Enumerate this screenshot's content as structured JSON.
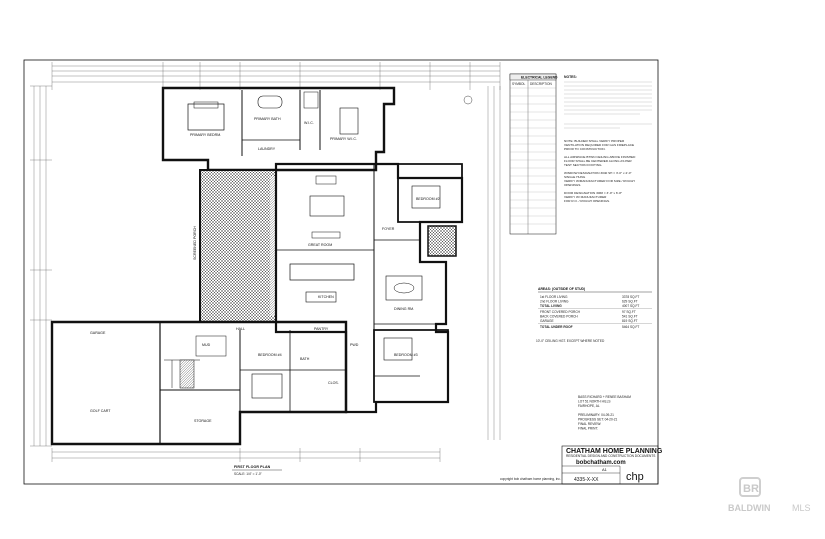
{
  "plan": {
    "rooms": {
      "primary_bedroom": "PRIMARY BEDRM.",
      "primary_bath": "PRIMARY BATH",
      "primary_wic": "PRIMARY W.I.C.",
      "wic": "W.I.C.",
      "laundry": "LAUNDRY",
      "screened_porch": "SCREENED PORCH",
      "great_room": "GREAT ROOM",
      "kitchen": "KITCHEN",
      "pantry": "PANTRY",
      "dining": "DINING RM.",
      "foyer": "FOYER",
      "bedroom2": "BEDROOM #2",
      "bedroom3": "BEDROOM #3",
      "bedroom4": "BEDROOM #4",
      "bath": "BATH",
      "hall": "HALL",
      "closet": "CLOS.",
      "garage": "GARAGE",
      "storage": "STORAGE",
      "golf_cart": "GOLF CART",
      "mud": "MUD",
      "powder": "PWD"
    },
    "title": "FIRST FLOOR PLAN",
    "scale": "SCALE: 1/4\" = 1'-0\""
  },
  "notes": {
    "heading": "NOTES:",
    "lines": [
      "NOTE: BUILDER SHALL VERIFY PROPER",
      "VENTILATION REQUIRED FOR GAS FIREPLACE",
      "PRIOR TO CONSTRUCTION.",
      "ALL AIRSPACE BTWN CEILING ABOVE FINISHED",
      "FLOOR SHALL BE CENTERED ALONG AS PER",
      "TEST SECTION FOOTING.",
      "WINDOW DESIGNATION 3040 SH = 3'-0\" x 4'-0\"",
      "SINGLE HUNG",
      "VERIFY W/MANUFACTURER FOR SIZE / ROUGH",
      "OPENINGS.",
      "DOOR DESIGNATION 3068 = 3'-0\" x 6'-8\"",
      "VERIFY W/ MANUFACTURER",
      "FOR R.O. / ROUGH OPENINGS."
    ]
  },
  "schedule": {
    "title": "ELECTRICAL LEGEND",
    "col1": "SYMBOL",
    "col2": "DESCRIPTION"
  },
  "areas": {
    "heading": "AREAS: (OUTSIDE OF STUD)",
    "rows": [
      {
        "label": "1st FLOOR LIVING",
        "value": "3378 SQ.FT"
      },
      {
        "label": "2nd FLOOR LIVING",
        "value": "629 SQ.FT"
      },
      {
        "label": "TOTAL LIVING",
        "value": "4007 SQ.FT"
      },
      {
        "label": "FRONT COVERED PORCH",
        "value": "97 SQ.FT"
      },
      {
        "label": "BACK COVERED PORCH",
        "value": "541 SQ.FT"
      },
      {
        "label": "GARAGE",
        "value": "819 SQ.FT"
      },
      {
        "label": "TOTAL UNDER ROOF",
        "value": "5464 SQ.FT"
      }
    ],
    "ceiling_note": "10'-0\" CEILING HGT. EXCEPT WHERE NOTED"
  },
  "client": {
    "lines": [
      "BASS RICHARD + RENEE BASHAM",
      "LOT 51 NORTH HILLS",
      "FAIRHOPE, AL",
      "PRELIMINARY: 04-09-21",
      "PROGRESS SET: 04-20-21",
      "FINAL REVIEW:",
      "FINAL PRINT:"
    ]
  },
  "title_block": {
    "firm": "CHATHAM HOME PLANNING",
    "sub": "RESIDENTIAL DESIGN AND CONSTRUCTION DOCUMENTS",
    "website": "bobchatham.com",
    "plan_no": "4335-X-XX",
    "sheet": "A1",
    "logo": "chp",
    "copyright": "copyright bob chatham home planning, inc."
  },
  "watermark": {
    "logo": "BR",
    "text": "BALDWIN",
    "suffix": "MLS"
  }
}
